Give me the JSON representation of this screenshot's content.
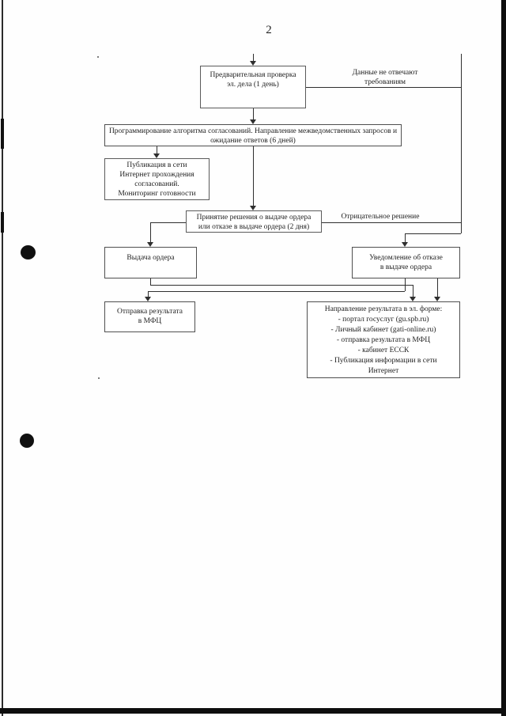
{
  "page": {
    "number": "2"
  },
  "colors": {
    "line": "#2f2f2f",
    "box_border": "#4f4f4f",
    "text": "#1e1e1e",
    "page_bg": "#fefefe"
  },
  "flowchart": {
    "nodes": [
      {
        "id": "precheck",
        "text": "Предварительная проверка\nэл. дела (1 день)"
      },
      {
        "id": "programming",
        "text": "Программирование алгоритма согласований. Направление межведомственных запросов и ожидание ответов (6 дней)"
      },
      {
        "id": "publication",
        "text": "Публикация в сети\nИнтернет прохождения\nсогласований.\nМониторинг готовности"
      },
      {
        "id": "decision",
        "text": "Принятие решения о выдаче ордера\nили отказе в выдаче ордера (2 дня)"
      },
      {
        "id": "issue",
        "text": "Выдача ордера"
      },
      {
        "id": "refusal",
        "text": "Уведомление об отказе\nв выдаче ордера"
      },
      {
        "id": "send_mfc",
        "text": "Отправка результата\nв МФЦ"
      },
      {
        "id": "send_electronic",
        "text": "Направление результата в эл. форме:\n- портал госуслуг (gu.spb.ru)\n- Личный кабинет (gati-online.ru)\n- отправка результата в МФЦ\n- кабинет ЕССК\n- Публикация информации в сети\nИнтернет"
      }
    ],
    "edge_labels": [
      {
        "id": "reject",
        "text": "Данные не отвечают\nтребованиям"
      },
      {
        "id": "negative",
        "text": "Отрицательное решение"
      }
    ]
  }
}
